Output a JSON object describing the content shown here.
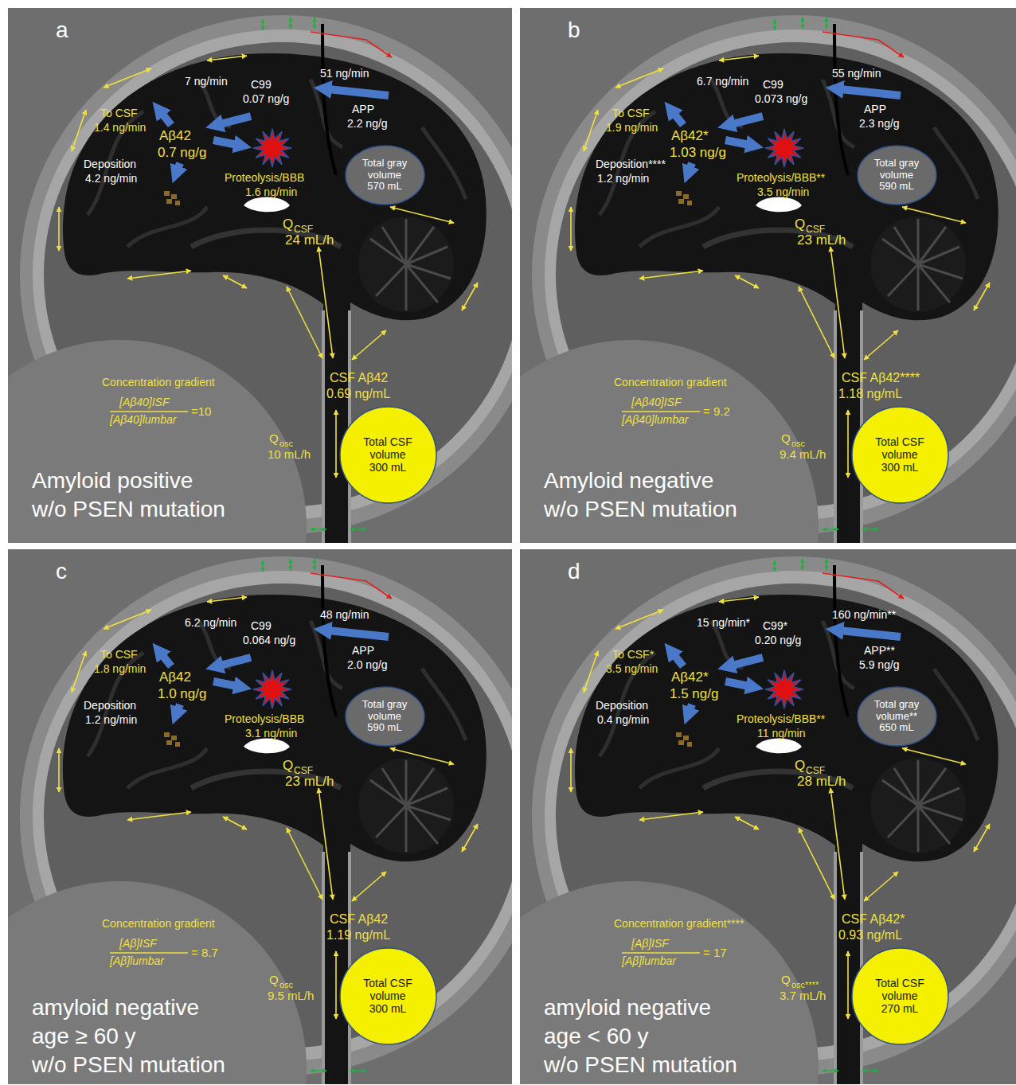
{
  "diagram": {
    "nodes": [
      {
        "text": [
          "Total gray volume",
          "570 mL"
        ]
      },
      {
        "text": [
          "Total CSF volume",
          "300 mL"
        ]
      },
      {
        "text": [
          "Total gray volume",
          "590 mL"
        ]
      },
      {
        "text": [
          "Total CSF volume",
          "300 mL"
        ]
      },
      {
        "text": [
          "Total gray volume",
          "590 mL"
        ]
      },
      {
        "text": [
          "Total CSF volume",
          "300 mL"
        ]
      },
      {
        "text": [
          "Total gray volume**",
          "650 mL"
        ]
      },
      {
        "text": [
          "Total CSF volume",
          "270 mL"
        ]
      }
    ],
    "labels": [
      "a",
      "7 ng/min",
      "C99",
      "0.07 ng/g",
      "51 ng/min",
      "APP",
      "2.2 ng/g",
      "To CSF",
      "1.4 ng/min",
      "Aβ42",
      "0.7 ng/g",
      "Deposition",
      "4.2 ng/min",
      "Proteolysis/BBB",
      "1.6 ng/min",
      "Q",
      "CSF",
      "24 mL/h",
      "CSF Aβ42",
      "0.69 ng/mL",
      "Concentration gradient",
      "[Aβ40]ISF",
      "[Aβ40]lumbar",
      "=10",
      "Q",
      "osc",
      "10 mL/h",
      "Amyloid positive",
      "w/o PSEN mutation",
      "b",
      "6.7 ng/min",
      "C99",
      "0.073 ng/g",
      "55 ng/min",
      "APP",
      "2.3 ng/g",
      "To CSF",
      "1.9 ng/min",
      "Aβ42*",
      "1.03 ng/g",
      "Deposition****",
      "1.2 ng/min",
      "Proteolysis/BBB**",
      "3.5 ng/min",
      "Q",
      "CSF",
      "23 mL/h",
      "CSF Aβ42****",
      "1.18 ng/mL",
      "Concentration gradient",
      "[Aβ40]ISF",
      "[Aβ40]lumbar",
      "= 9.2",
      "Q",
      "osc",
      "9.4 mL/h",
      "Amyloid negative",
      "w/o PSEN mutation",
      "c",
      "6.2 ng/min",
      "C99",
      "0.064 ng/g",
      "48 ng/min",
      "APP",
      "2.0 ng/g",
      "To CSF",
      "1.8 ng/min",
      "Aβ42",
      "1.0 ng/g",
      "Deposition",
      "1.2 ng/min",
      "Proteolysis/BBB",
      "3.1 ng/min",
      "Q",
      "CSF",
      "23 mL/h",
      "CSF Aβ42",
      "1.19 ng/mL",
      "Concentration gradient",
      "[Aβ]ISF",
      "[Aβ]lumbar",
      "= 8.7",
      "Q",
      "osc",
      "9.5 mL/h",
      "amyloid negative",
      "age ≥ 60 y",
      "w/o PSEN mutation",
      "d",
      "15 ng/min*",
      "C99*",
      "0.20 ng/g",
      "160 ng/min**",
      "APP**",
      "5.9 ng/g",
      "To CSF*",
      "3.5 ng/min",
      "Aβ42*",
      "1.5 ng/g",
      "Deposition",
      "0.4 ng/min",
      "Proteolysis/BBB**",
      "11 ng/min",
      "Q",
      "CSF",
      "28 mL/h",
      "CSF Aβ42*",
      "0.93 ng/mL",
      "Concentration gradient****",
      "[Aβ]ISF",
      "[Aβ]lumbar",
      "= 17",
      "Q",
      "osc****",
      "3.7 mL/h",
      "amyloid negative",
      "age < 60 y",
      "w/o PSEN mutation"
    ]
  }
}
